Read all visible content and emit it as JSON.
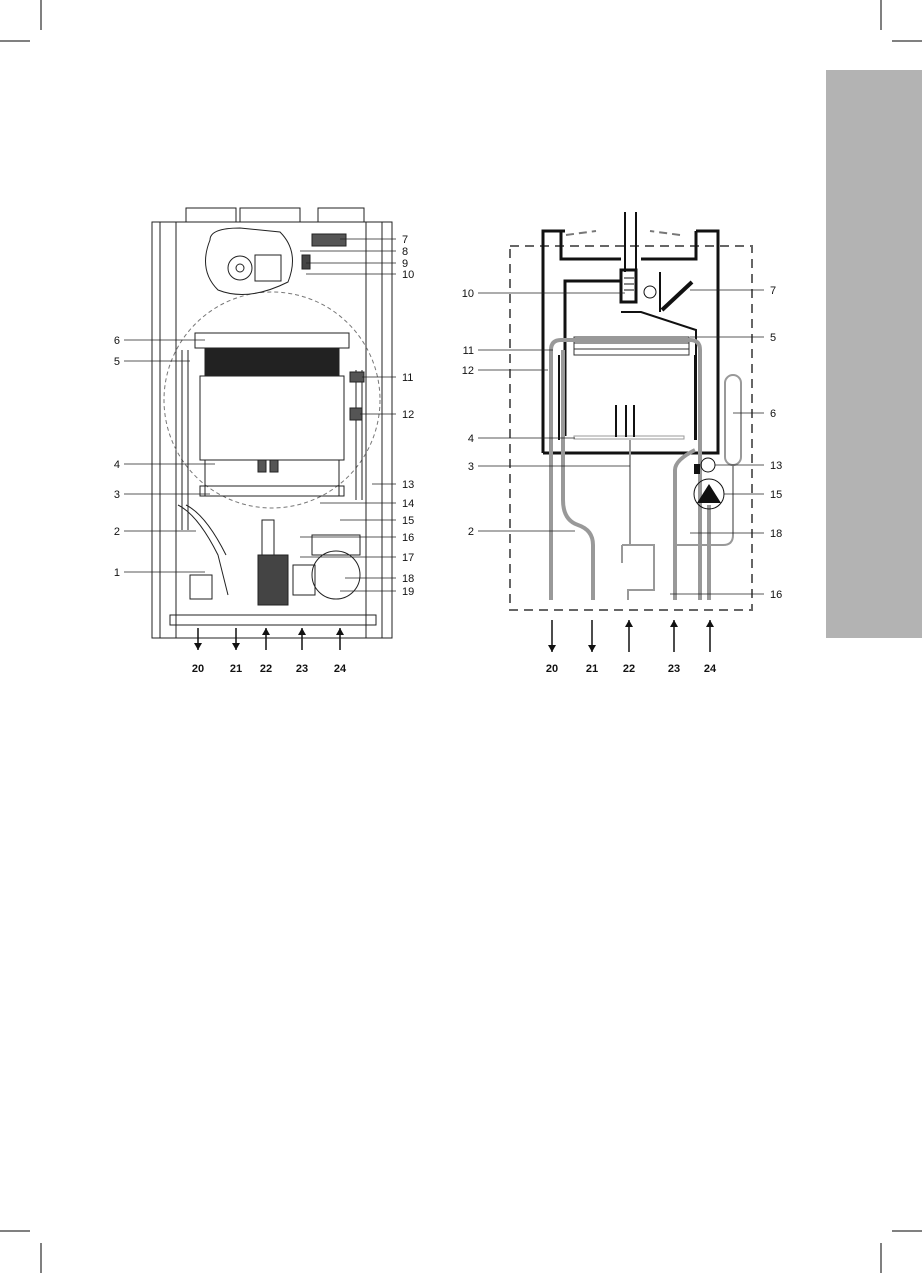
{
  "colors": {
    "side_tab": "#b3b3b3",
    "line": "#222222",
    "pipe": "#888888"
  },
  "diagram_front": {
    "left_callouts": [
      "6",
      "5",
      "4",
      "3",
      "2",
      "1"
    ],
    "right_callouts": [
      "7",
      "8",
      "9",
      "10",
      "11",
      "12",
      "13",
      "14",
      "15",
      "16",
      "17",
      "18",
      "19"
    ],
    "connections": [
      {
        "label": "20",
        "direction": "out"
      },
      {
        "label": "21",
        "direction": "out"
      },
      {
        "label": "22",
        "direction": "in"
      },
      {
        "label": "23",
        "direction": "in"
      },
      {
        "label": "24",
        "direction": "in"
      }
    ]
  },
  "diagram_schematic": {
    "left_callouts": [
      "10",
      "11",
      "12",
      "4",
      "3",
      "2"
    ],
    "right_callouts": [
      "7",
      "5",
      "6",
      "13",
      "15",
      "18",
      "16"
    ],
    "connections": [
      {
        "label": "20",
        "direction": "out"
      },
      {
        "label": "21",
        "direction": "out"
      },
      {
        "label": "22",
        "direction": "in"
      },
      {
        "label": "23",
        "direction": "in"
      },
      {
        "label": "24",
        "direction": "in"
      }
    ]
  }
}
